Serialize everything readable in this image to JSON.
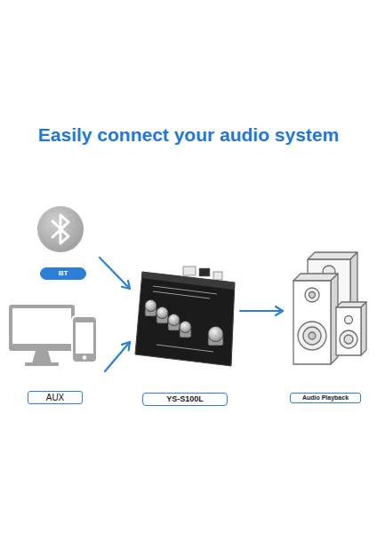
{
  "diagram": {
    "title": "Easily connect your audio system",
    "nodes": [
      {
        "text": [
          "BT"
        ]
      },
      {
        "text": [
          "AUX"
        ]
      },
      {
        "text": [
          "YS-S100L"
        ]
      },
      {
        "text": [
          "Audio Playback"
        ]
      }
    ],
    "edges": [
      {
        "from": 0,
        "to": 2,
        "arrow": "to"
      },
      {
        "from": 1,
        "to": 2,
        "arrow": "to"
      },
      {
        "from": 2,
        "to": 3,
        "arrow": "to"
      }
    ]
  }
}
